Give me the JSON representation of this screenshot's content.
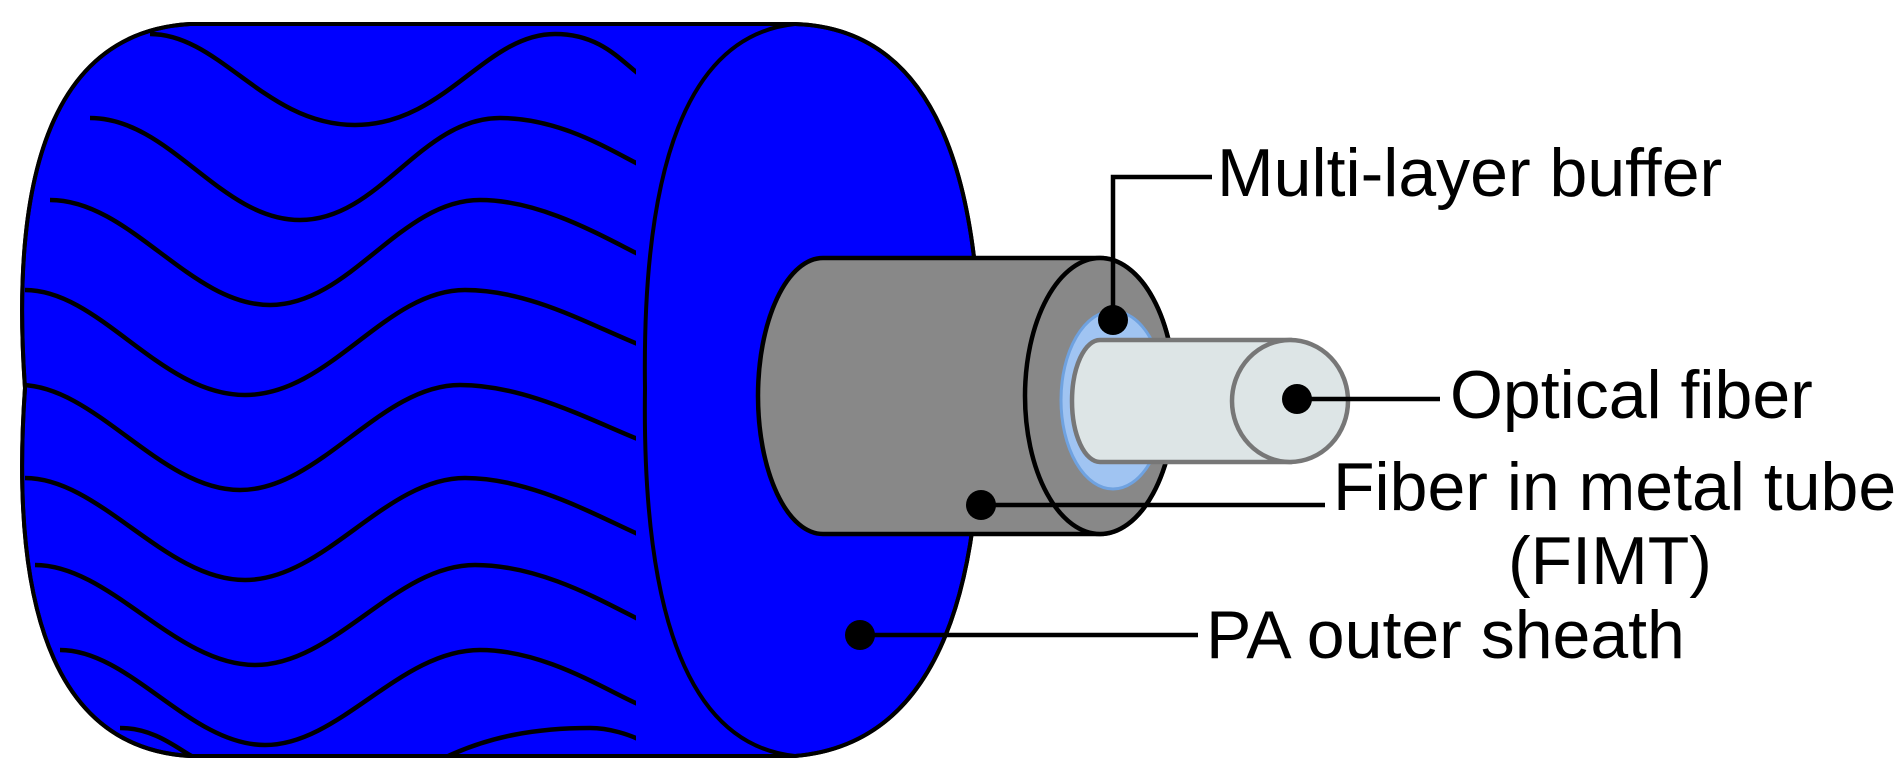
{
  "labels": {
    "multi_layer_buffer": "Multi-layer buffer",
    "optical_fiber": "Optical fiber",
    "fimt_line1": "Fiber in metal tube",
    "fimt_line2": "(FIMT)",
    "pa_outer_sheath": "PA outer sheath"
  },
  "colors": {
    "outer_sheath": "#0000ff",
    "metal_tube": "#888888",
    "buffer_layer": "#a0c4f2",
    "buffer_layer_edge": "#6fa2e0",
    "optical_fiber": "#dde5e6",
    "optical_fiber_edge": "#777777",
    "outline": "#000000",
    "background": "#ffffff"
  }
}
